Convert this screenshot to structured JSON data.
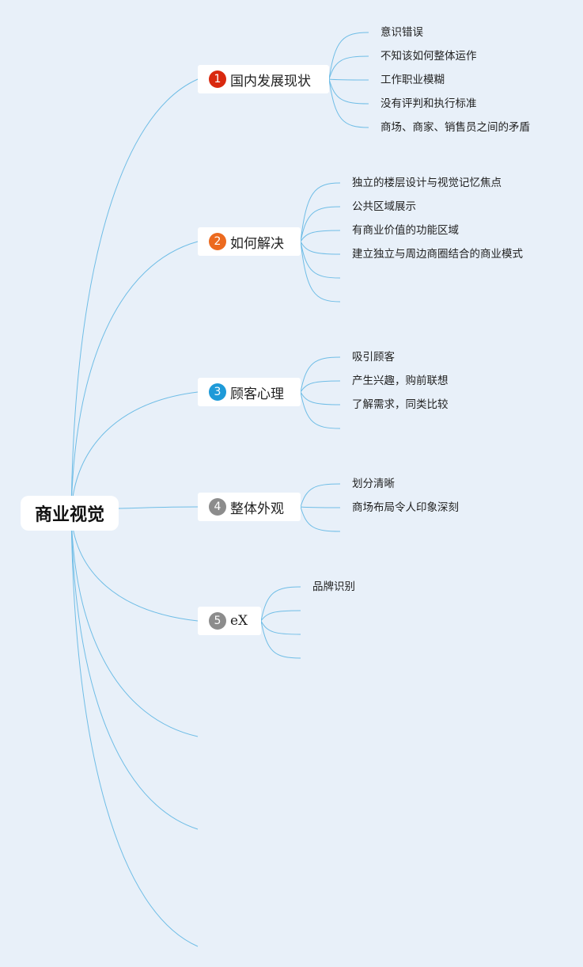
{
  "root": {
    "label": "商业视觉"
  },
  "colors": {
    "background": "#e8f0f9",
    "line": "#6fbde6",
    "badge_1": "#d9290f",
    "badge_2": "#ec6a1f",
    "badge_3": "#1e9ad8",
    "badge_4": "#8c8c8c",
    "badge_5": "#8c8c8c"
  },
  "branches": [
    {
      "number": "1",
      "label": "国内发展现状",
      "children": [
        "意识错误",
        "不知该如何整体运作",
        "工作职业模糊",
        "没有评判和执行标准",
        "商场、商家、销售员之间的矛盾"
      ]
    },
    {
      "number": "2",
      "label": "如何解决",
      "children": [
        "独立的楼层设计与视觉记忆焦点",
        "公共区域展示",
        "有商业价值的功能区域",
        "建立独立与周边商圈结合的商业模式",
        "",
        ""
      ]
    },
    {
      "number": "3",
      "label": "顾客心理",
      "children": [
        "吸引顾客",
        "产生兴趣，购前联想",
        "了解需求，同类比较",
        ""
      ]
    },
    {
      "number": "4",
      "label": "整体外观",
      "children": [
        "划分清晰",
        "商场布局令人印象深刻",
        ""
      ]
    },
    {
      "number": "5",
      "label": "eX",
      "children": [
        "品牌识别",
        "",
        "",
        ""
      ]
    }
  ]
}
